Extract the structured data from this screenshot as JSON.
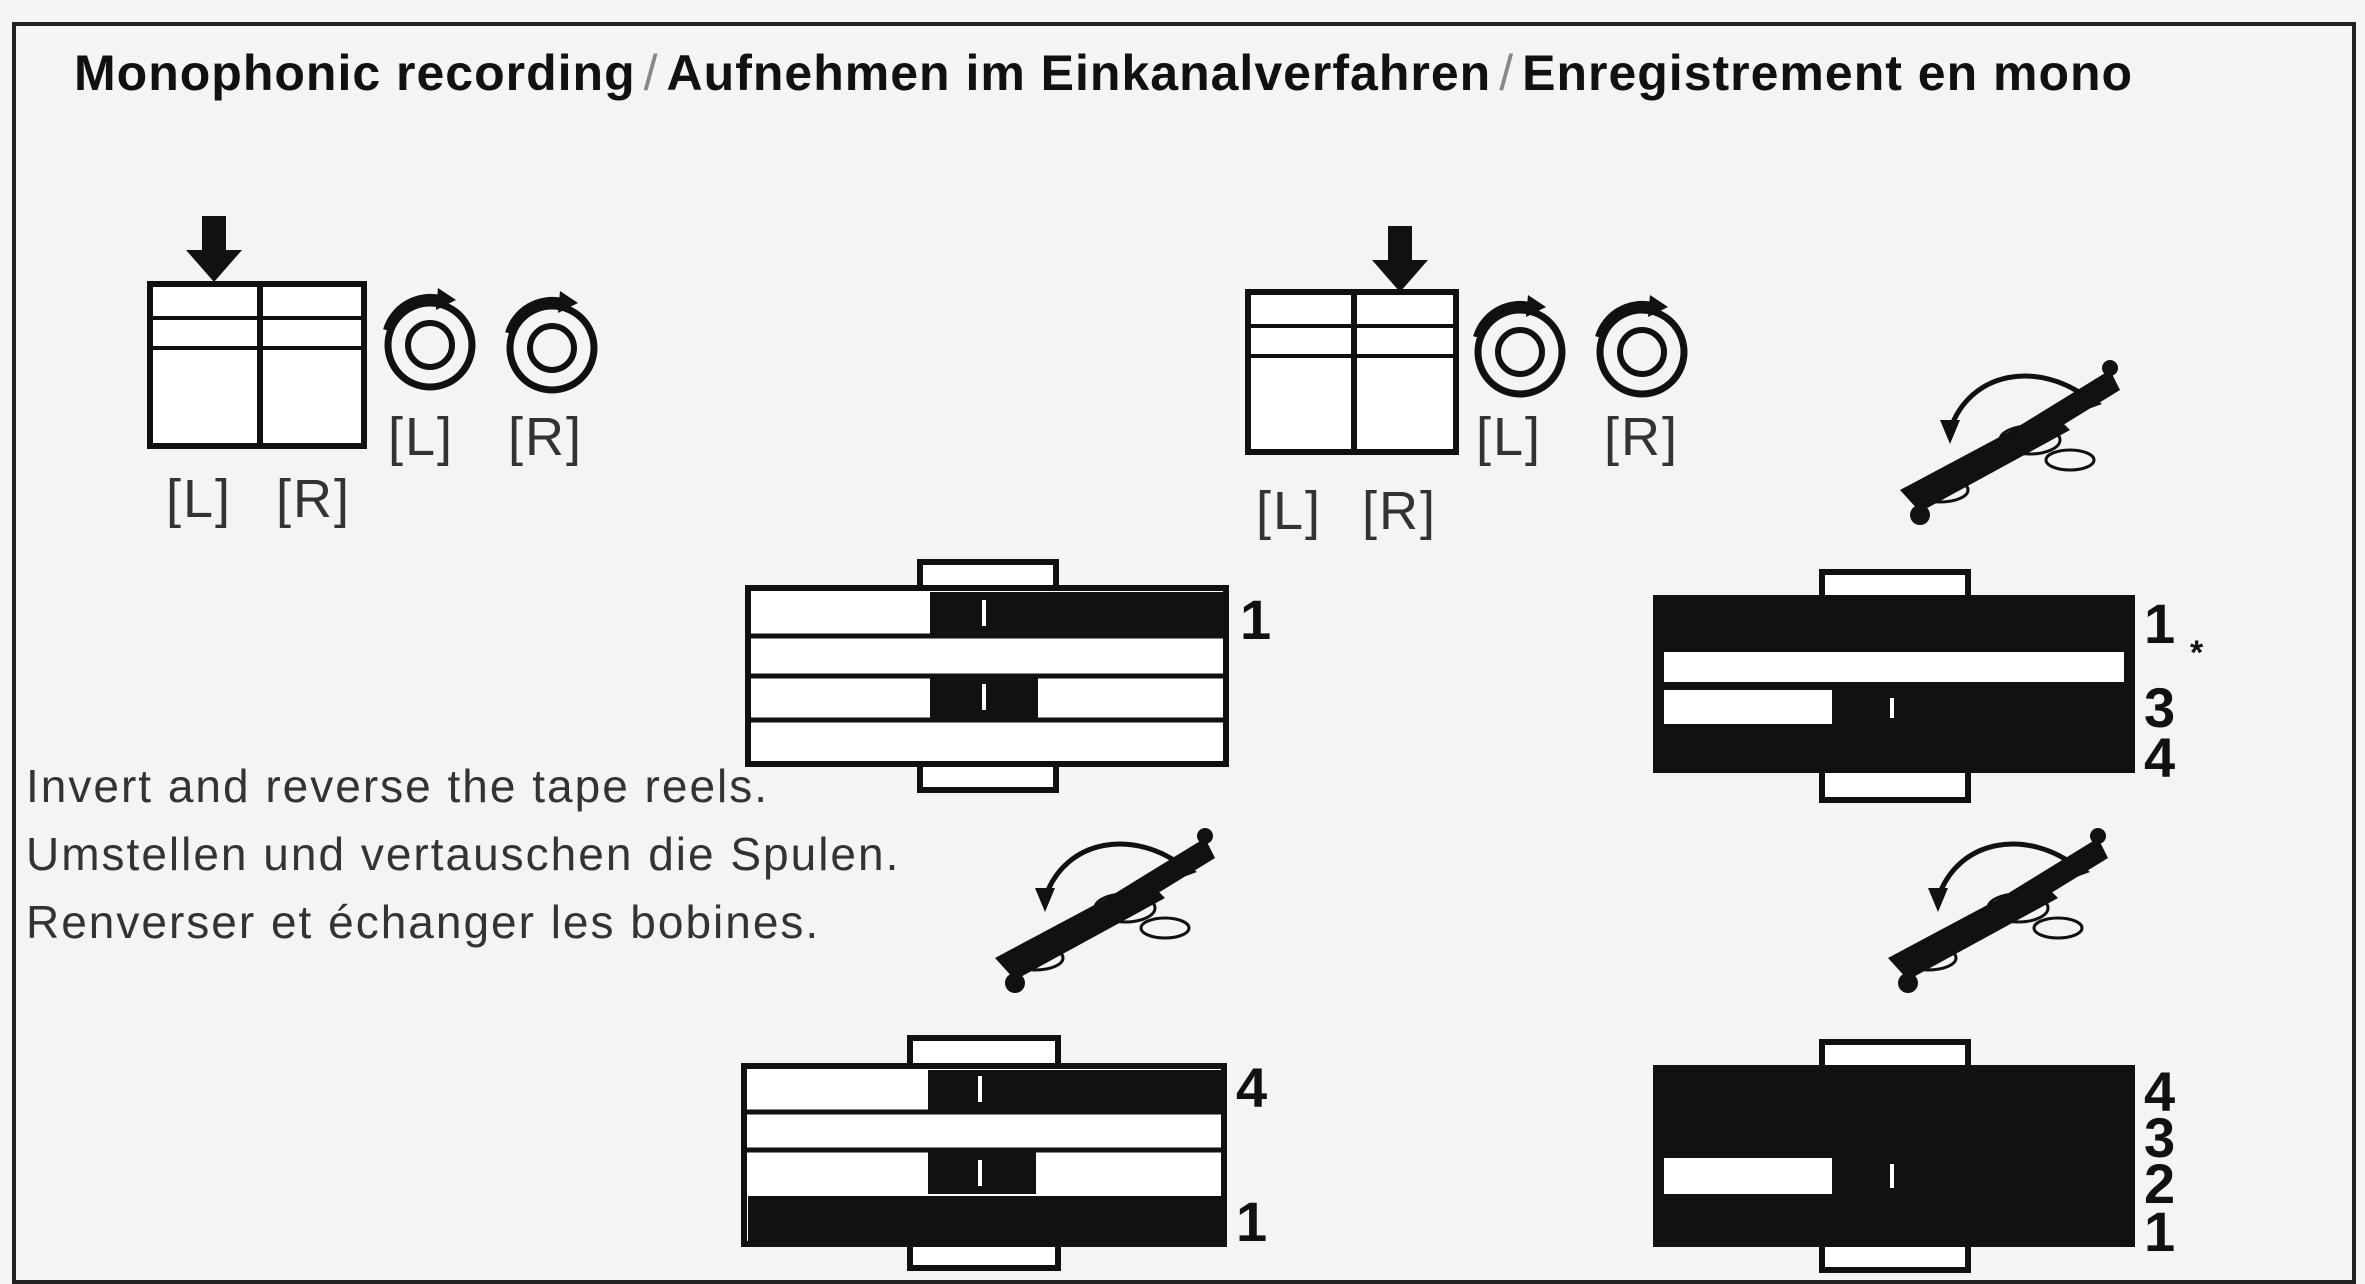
{
  "title": {
    "en": "Monophonic recording",
    "de": "Aufnehmen im Einkanalverfahren",
    "fr": "Enregistrement en mono",
    "separator": "/"
  },
  "head_panels": [
    {
      "head_labels": [
        "[L]",
        "[R]"
      ],
      "reel_labels": [
        "[L]",
        "[R]"
      ],
      "arrow_icon": "down-arrow-icon",
      "reel_icon": "reel-rotation-icon"
    },
    {
      "head_labels": [
        "[L]",
        "[R]"
      ],
      "reel_labels": [
        "[L]",
        "[R]"
      ],
      "arrow_icon": "down-arrow-icon",
      "reel_icon": "reel-rotation-icon"
    }
  ],
  "instructions": {
    "en": "Invert and reverse the tape reels.",
    "de": "Umstellen und vertauschen die Spulen.",
    "fr": "Renverser et échanger les bobines."
  },
  "tape_diagrams": [
    {
      "id": "top-left",
      "track_labels": [
        "1",
        "",
        "",
        ""
      ]
    },
    {
      "id": "top-right",
      "track_labels": [
        "1",
        "",
        "3",
        "4"
      ],
      "mark": "*"
    },
    {
      "id": "bottom-left",
      "track_labels": [
        "4",
        "",
        "",
        "1"
      ]
    },
    {
      "id": "bottom-right",
      "track_labels": [
        "4",
        "3",
        "2",
        "1"
      ]
    }
  ],
  "icons": [
    "flip-reels-icon"
  ],
  "colors": {
    "ink": "#111111",
    "paper": "#f4f4f2",
    "label_gray": "#333333"
  }
}
